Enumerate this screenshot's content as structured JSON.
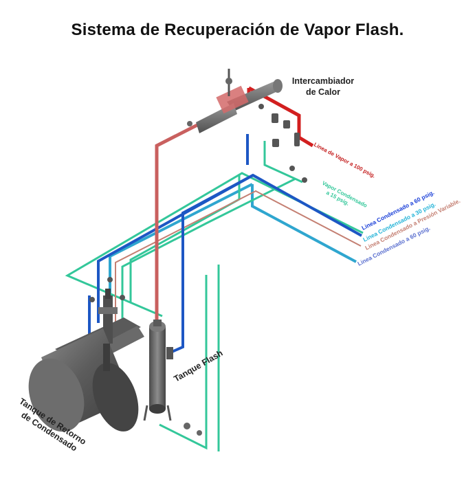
{
  "title": "Sistema de Recuperación de Vapor Flash.",
  "labels": {
    "heat_exchanger": [
      "Intercambiador",
      "de Calor"
    ],
    "flash_tank": "Tanque Flash",
    "return_tank": [
      "Tanque de Retorno",
      "de Condensado"
    ]
  },
  "lines": {
    "steam_100": "Linea de Vapor a 100 psig.",
    "flash_steam_15": [
      "Vapor Condensado",
      "a 15 psig."
    ],
    "condensate_60_a": "Linea Condensado a 60 psig.",
    "condensate_30": "Linea Condensado a 30 psig.",
    "condensate_variable": "Linea Condensado a Presión Variable.",
    "condensate_60_b": "Linea Condensado a 60 psig."
  },
  "colors": {
    "steam": "#d21f1f",
    "steam_pipe": "#c9605f",
    "condensate_blue": "#1d57c4",
    "condensate_cyan": "#2fa6cf",
    "flash_green": "#33c79a",
    "variable_brown": "#c47f72",
    "tank_gray": "#5d5d5d"
  }
}
